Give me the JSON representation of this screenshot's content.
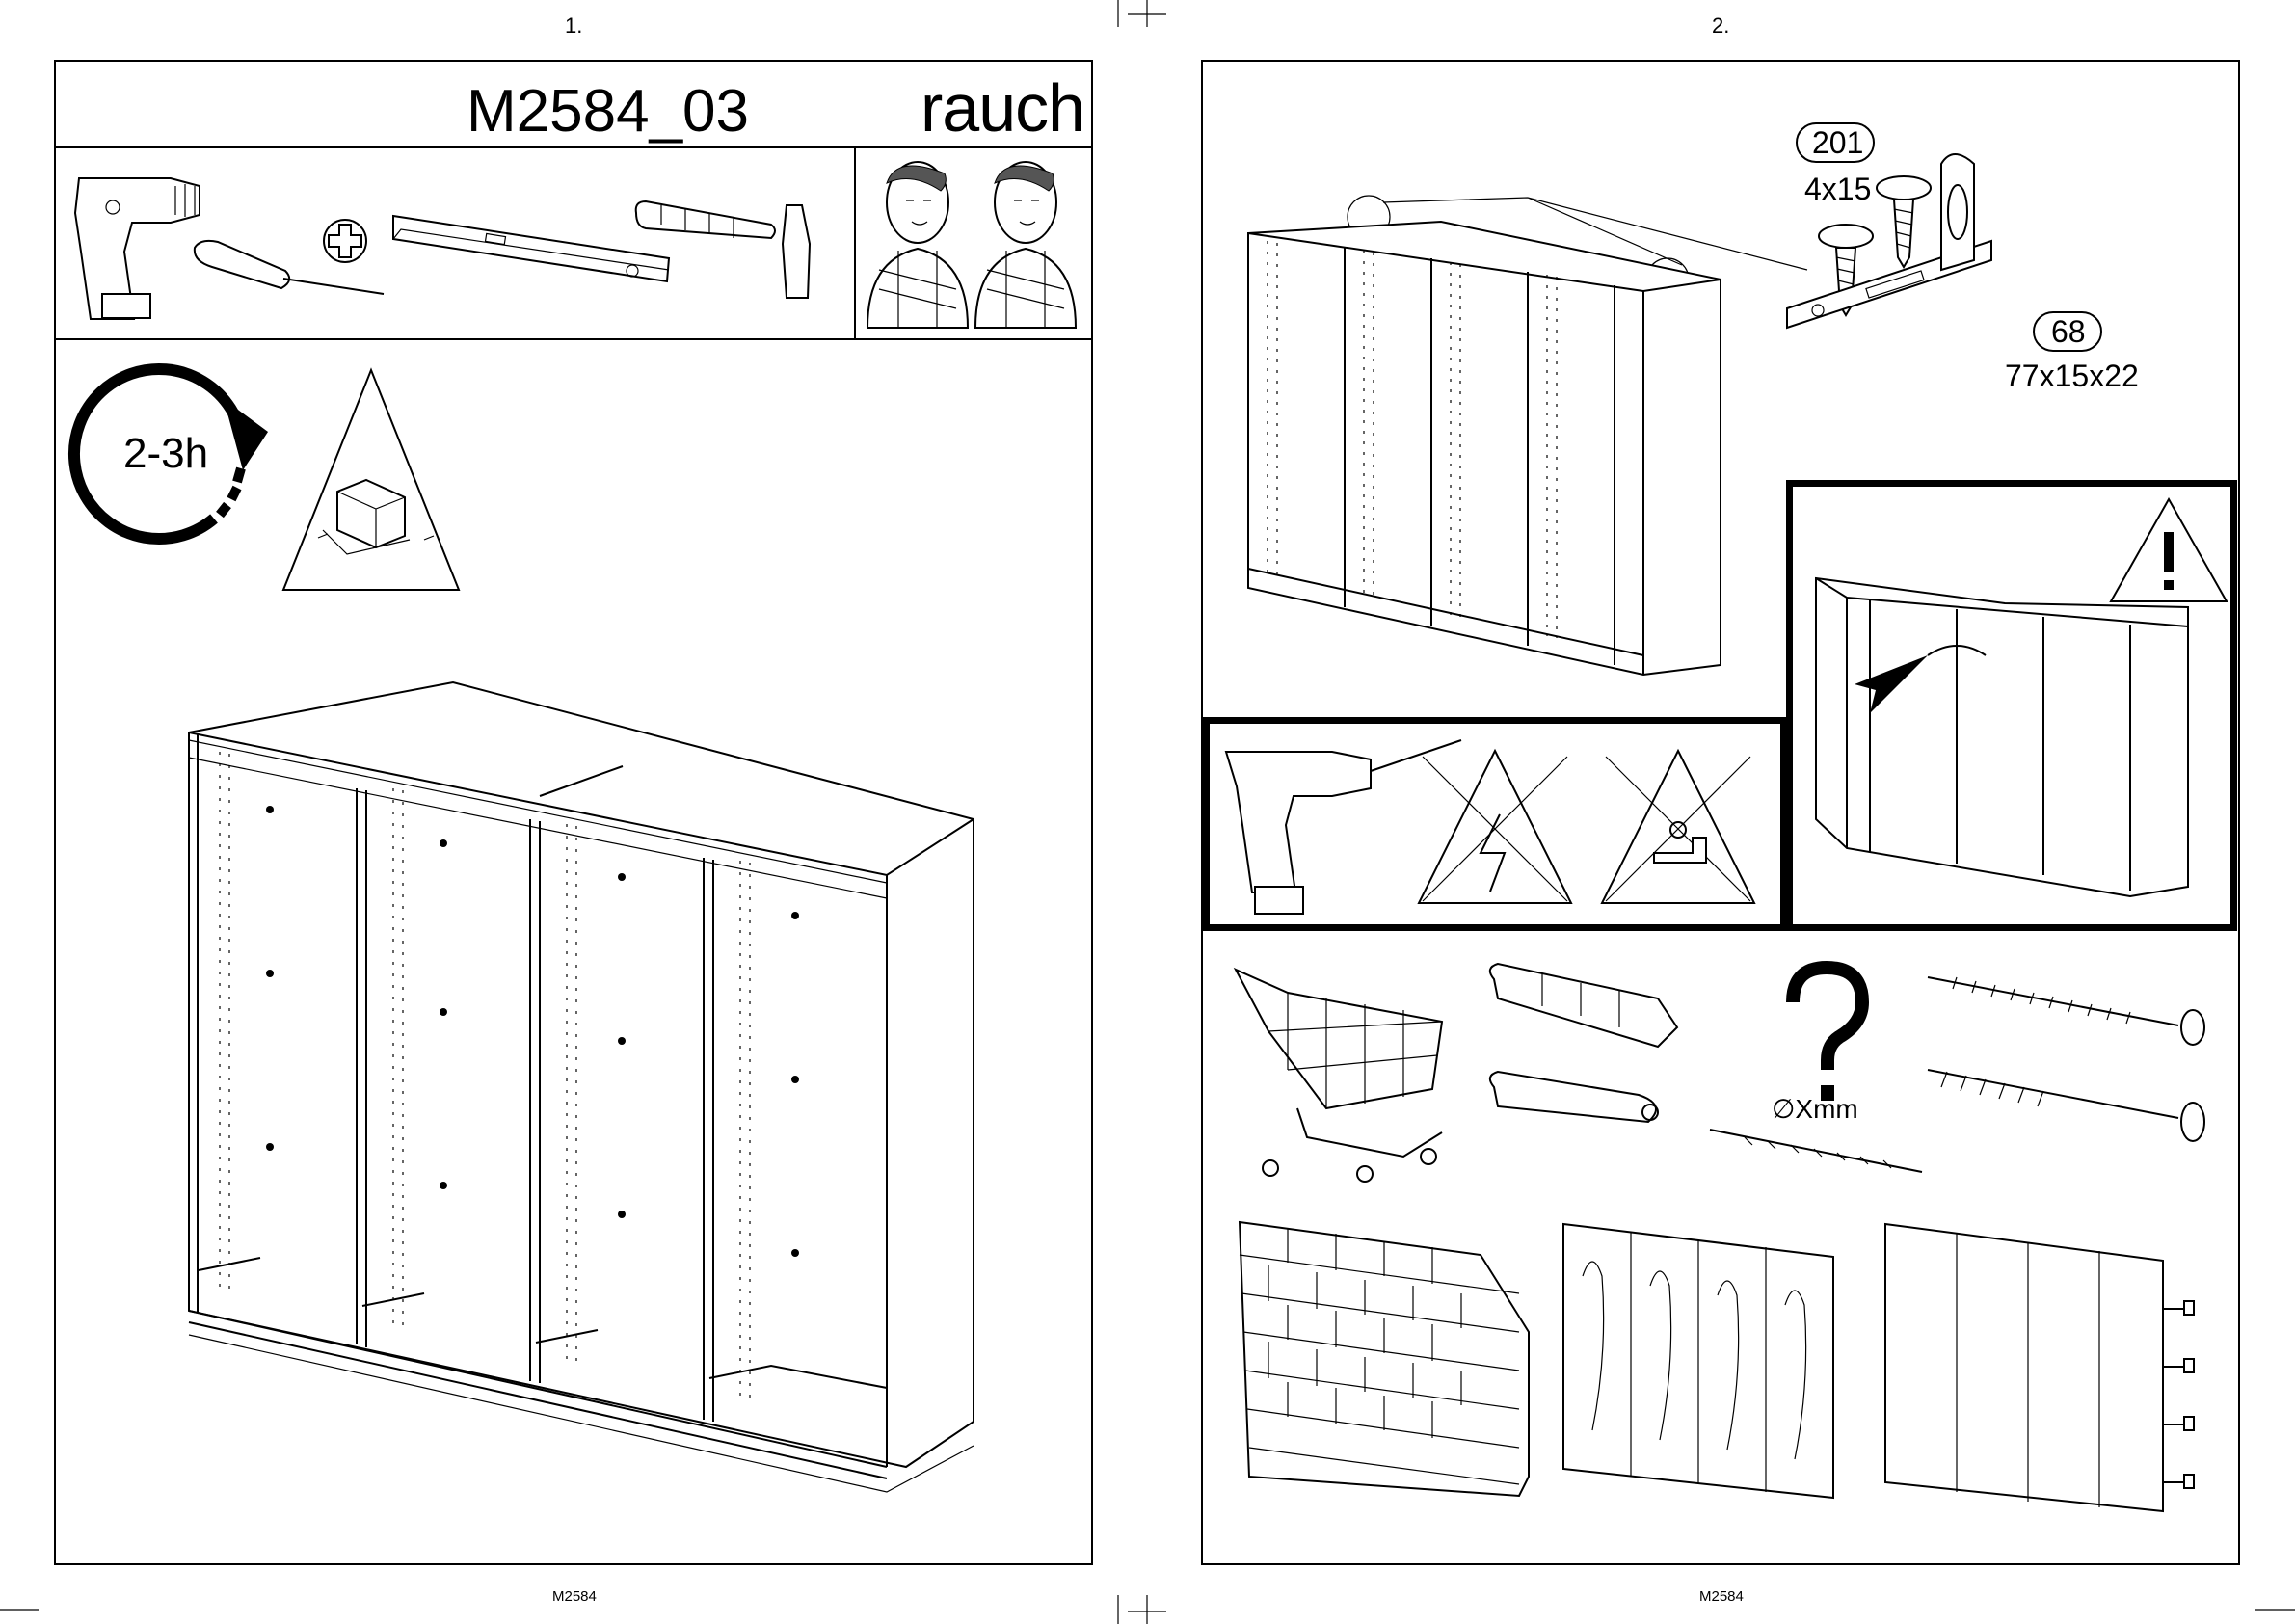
{
  "pages": [
    {
      "number": "1.",
      "footer": "M2584"
    },
    {
      "number": "2.",
      "footer": "M2584"
    }
  ],
  "header": {
    "code": "M2584_03",
    "brand": "rauch"
  },
  "tools": [
    {
      "icon": "cordless-drill-icon"
    },
    {
      "icon": "screwdriver-icon"
    },
    {
      "icon": "phillips-icon"
    },
    {
      "icon": "spirit-level-icon"
    },
    {
      "icon": "hammer-icon"
    }
  ],
  "persons_icon": "two-persons-icon",
  "time": {
    "label": "2-3h"
  },
  "parts": [
    {
      "id": "201",
      "size": "4x15"
    },
    {
      "id": "68",
      "size": "77x15x22"
    }
  ],
  "drill_note": {
    "size_label": "∅Xmm"
  },
  "colors": {
    "line": "#000000",
    "background": "#ffffff"
  }
}
